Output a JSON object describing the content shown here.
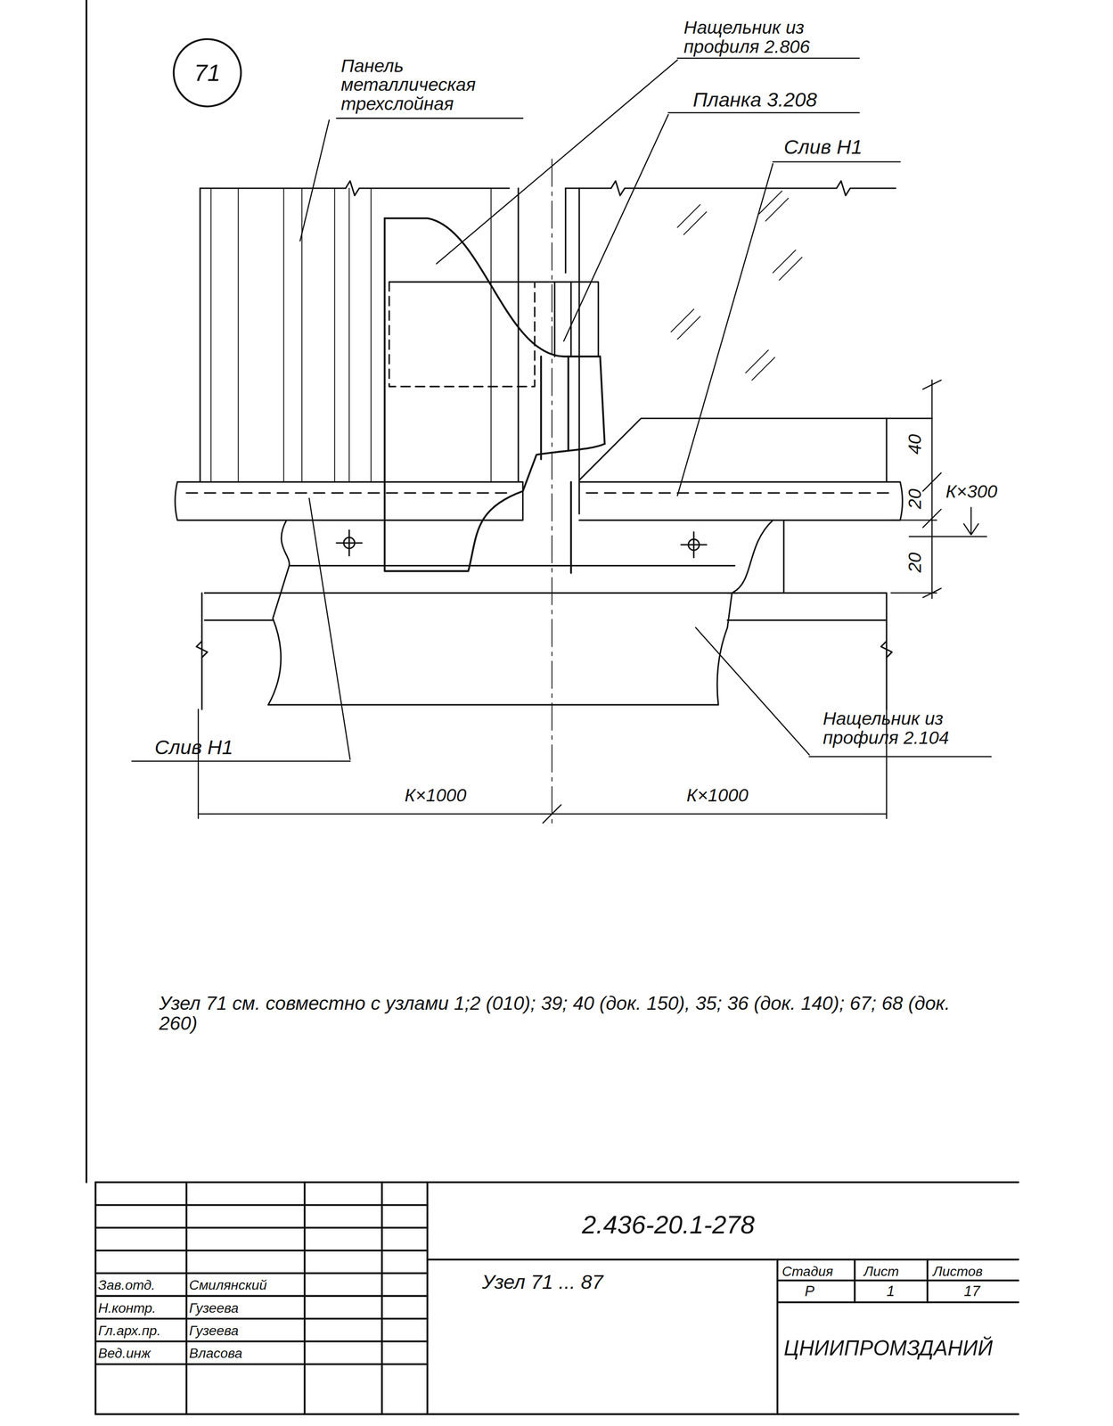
{
  "diagram": {
    "nodes": [
      {
        "text": [
          "71"
        ]
      }
    ],
    "labels": [
      "Панель металлическая трехслойная",
      "Нащельник из профиля 2.806",
      "Планка 3.208",
      "Слив Н1",
      "40",
      "20",
      "20",
      "К×300",
      "Слив Н1",
      "Нащельник из профиля 2.104",
      "К×1000",
      "К×1000",
      "Узел 71 см. совместно с узлами 1;2 (010); 39; 40 (док. 150), 35; 36 (док. 140); 67; 68 (док. 260)",
      "2.436-20.1-278",
      "Узел 71 ... 87",
      "Стадия",
      "Лист",
      "Листов",
      "Р",
      "1",
      "17",
      "ЦНИИПРОМЗДАНИЙ",
      "Зав.отд.",
      "Смилянский",
      "Н.контр.",
      "Гузеева",
      "Гл.арх.пр.",
      "Гузеева",
      "Вед.инж",
      "Власова"
    ]
  }
}
